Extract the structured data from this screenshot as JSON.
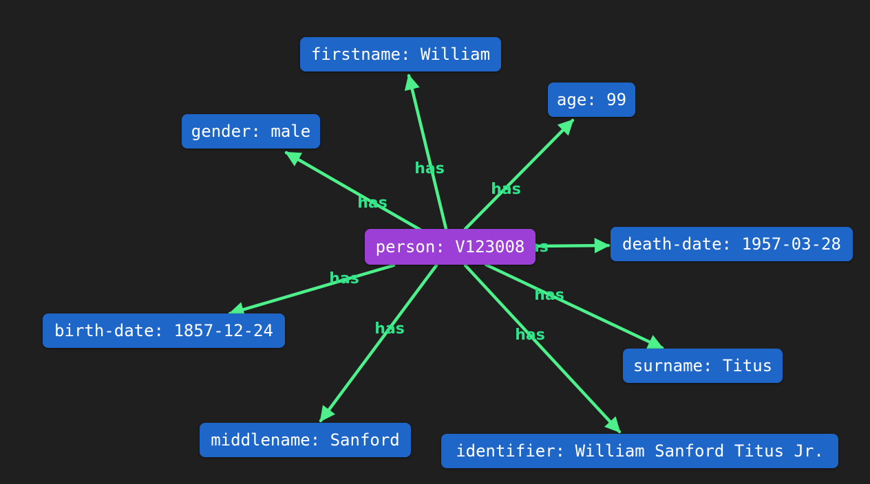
{
  "colors": {
    "background": "#1f1f1f",
    "center_node": "#9b3fd6",
    "attribute_node": "#1f66c9",
    "edge": "#4df08a",
    "edge_label": "#2ee38a",
    "node_text": "#ffffff"
  },
  "center_node": {
    "label": "person: V123008"
  },
  "edges": [
    {
      "id": "firstname",
      "label": "has",
      "target": "firstname: William"
    },
    {
      "id": "age",
      "label": "has",
      "target": "age: 99"
    },
    {
      "id": "gender",
      "label": "has",
      "target": "gender: male"
    },
    {
      "id": "death-date",
      "label": "has",
      "target": "death-date: 1957-03-28"
    },
    {
      "id": "birth-date",
      "label": "has",
      "target": "birth-date: 1857-12-24"
    },
    {
      "id": "surname",
      "label": "has",
      "target": "surname: Titus"
    },
    {
      "id": "middlename",
      "label": "has",
      "target": "middlename: Sanford"
    },
    {
      "id": "identifier",
      "label": "has",
      "target": "identifier: William Sanford Titus Jr."
    }
  ]
}
